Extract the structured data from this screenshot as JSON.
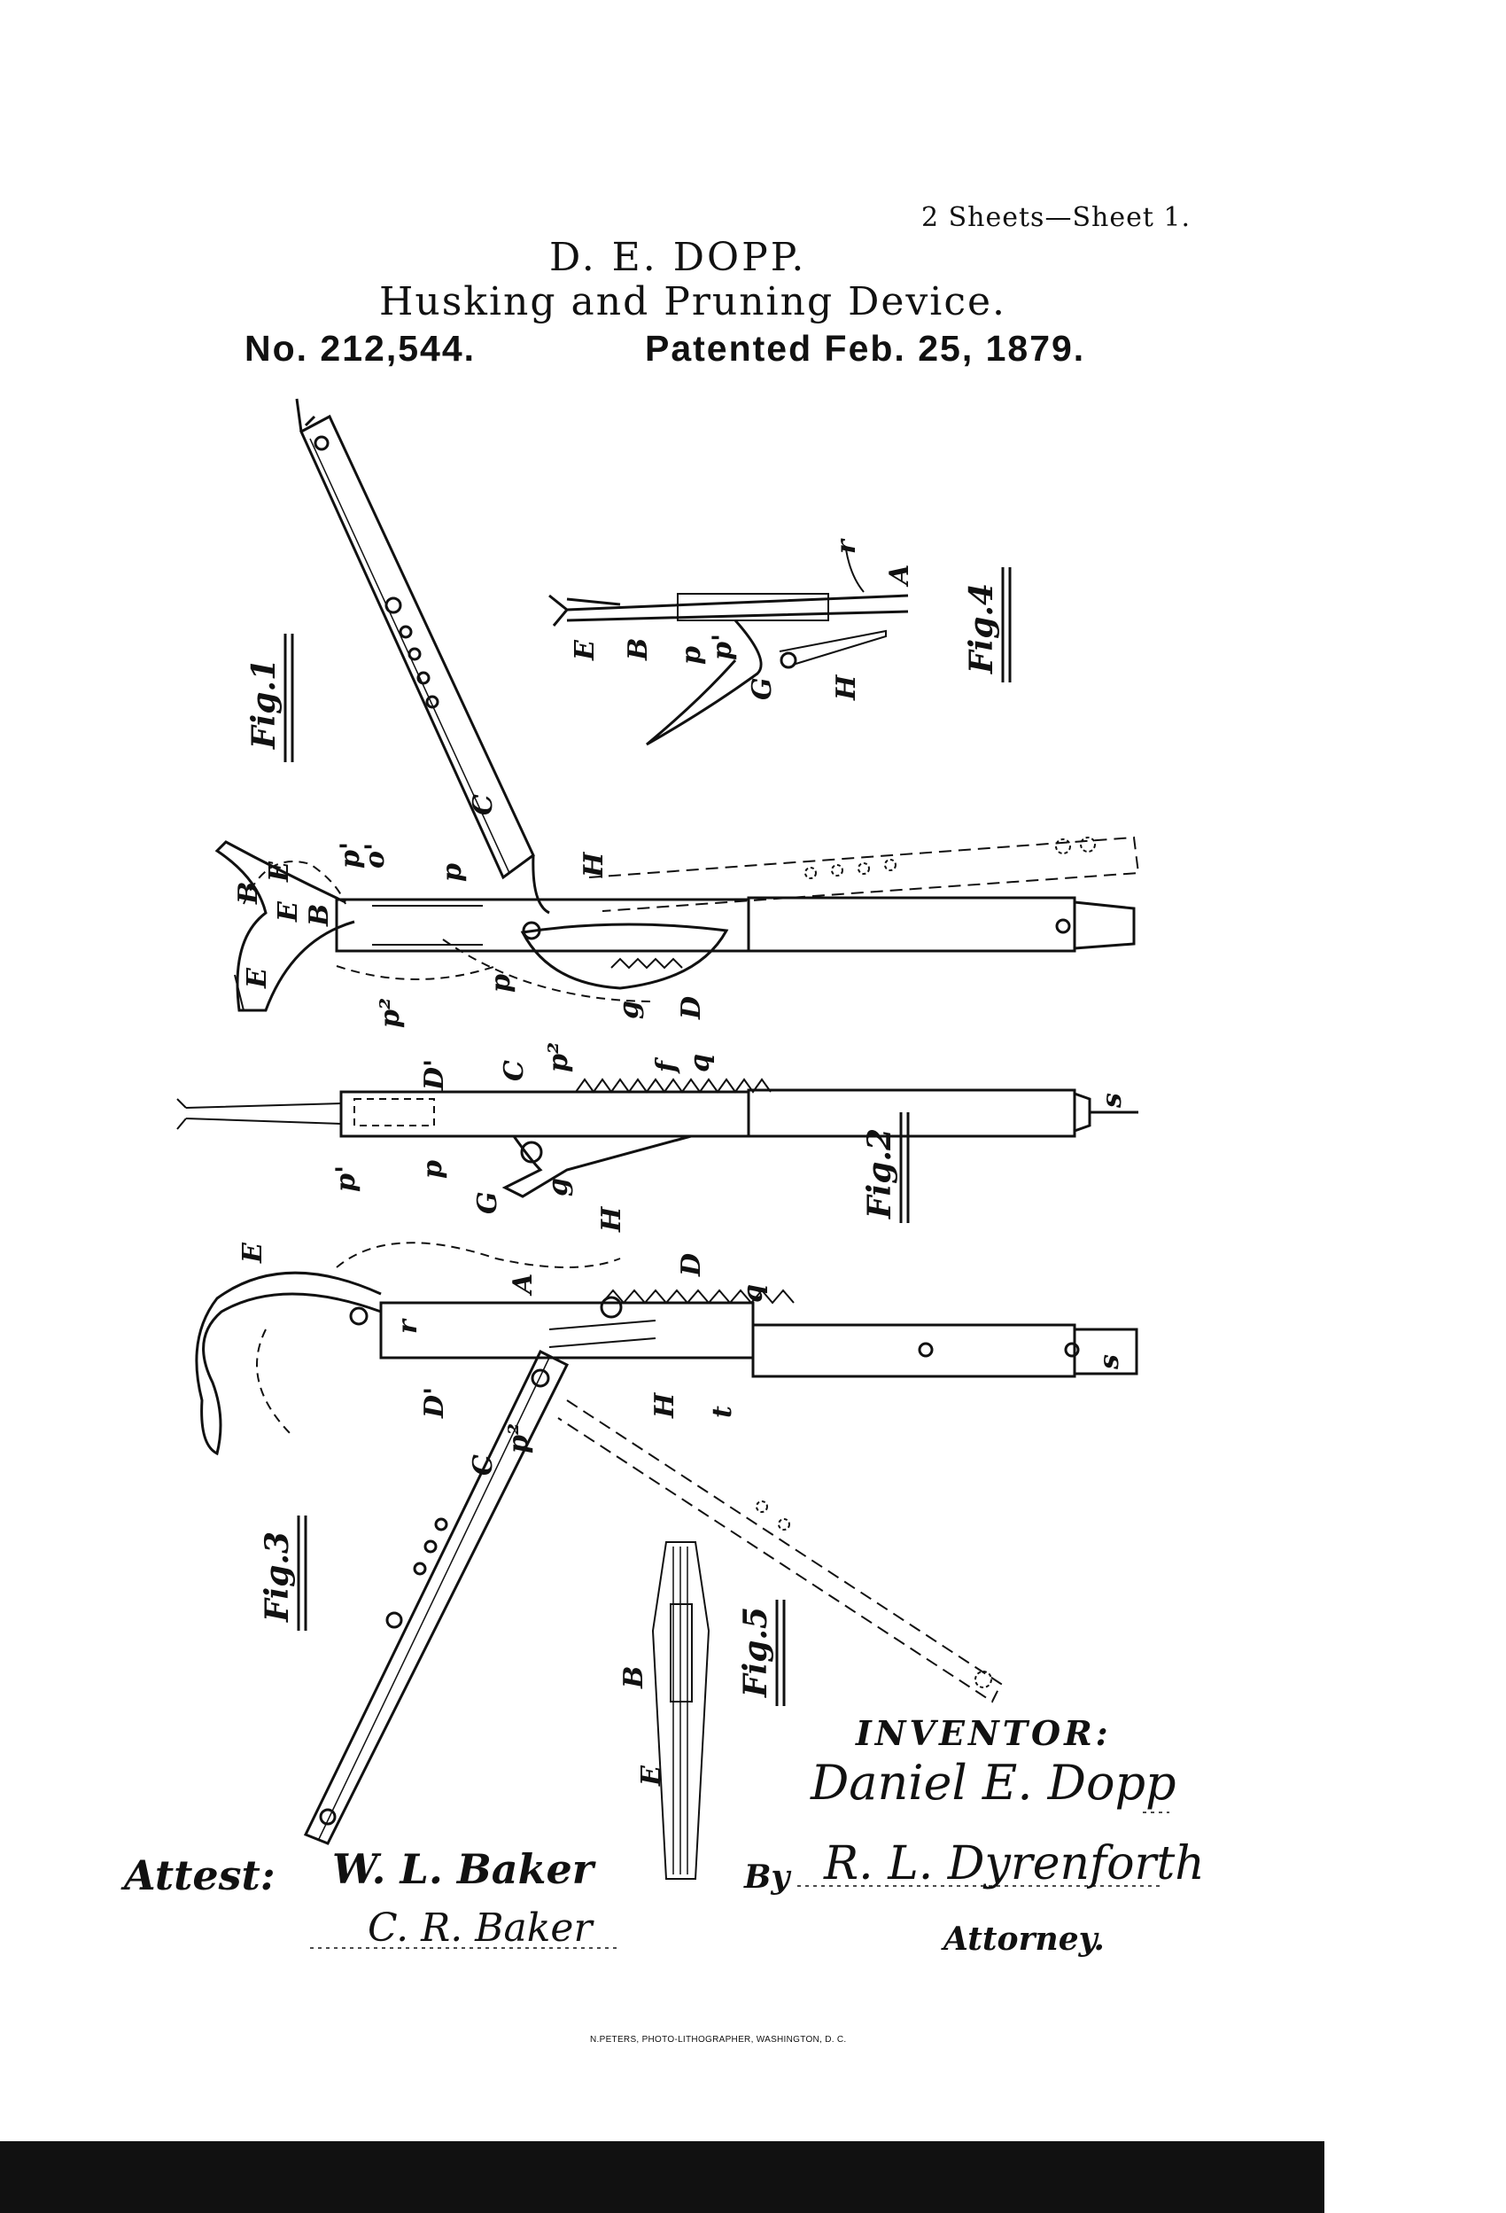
{
  "header": {
    "sheet_note": "2 Sheets—Sheet 1.",
    "inventor_name": "D. E. DOPP.",
    "title": "Husking and Pruning Device.",
    "patent_number": "No. 212,544.",
    "patent_date": "Patented Feb. 25, 1879."
  },
  "figures": {
    "fig1": "Fig.1",
    "fig2": "Fig.2",
    "fig3": "Fig.3",
    "fig4": "Fig.4",
    "fig5": "Fig.5"
  },
  "reference_letters": {
    "fig1": [
      "C",
      "H",
      "E",
      "B",
      "E",
      "B",
      "p'",
      "o'",
      "p",
      "p",
      "p²",
      "g",
      "D",
      "E"
    ],
    "fig2": [
      "D'",
      "C",
      "p²",
      "f",
      "q",
      "p'",
      "p",
      "G",
      "g",
      "H",
      "s"
    ],
    "fig3": [
      "E",
      "A",
      "D",
      "q",
      "r",
      "D'",
      "p²",
      "H",
      "t",
      "s",
      "C"
    ],
    "fig4": [
      "r",
      "A",
      "E",
      "B",
      "p",
      "p'",
      "G",
      "H"
    ],
    "fig5": [
      "B",
      "E"
    ]
  },
  "signatures": {
    "attest_label": "Attest:",
    "witness_1": "W. L. Baker",
    "witness_2": "C. R. Baker",
    "inventor_label": "INVENTOR:",
    "inventor_signature": "Daniel E. Dopp",
    "by_label": "By",
    "attorney_signature": "R. L. Dyrenforth",
    "attorney_label": "Attorney."
  },
  "footer": {
    "printer": "N.PETERS, PHOTO-LITHOGRAPHER, WASHINGTON, D. C."
  }
}
